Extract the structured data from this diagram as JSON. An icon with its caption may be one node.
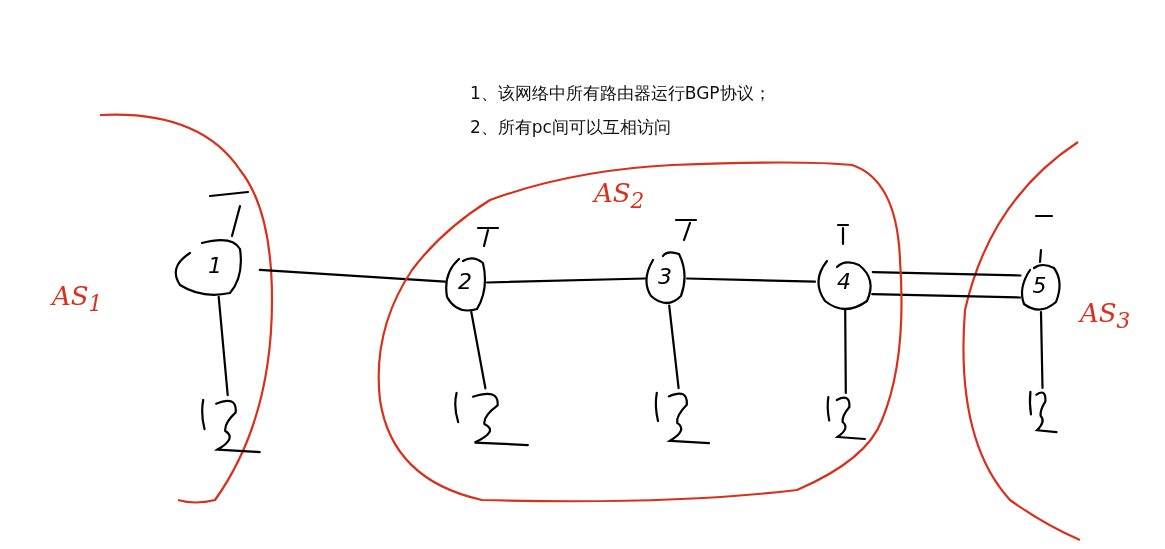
{
  "diagram": {
    "nodes": [
      {
        "text": [
          "AS$_{2}$"
        ]
      },
      {
        "text": [
          "1"
        ]
      },
      {
        "text": [
          "2"
        ],
        "in": 0
      },
      {
        "text": [
          "3"
        ],
        "in": 0
      },
      {
        "text": [
          "4"
        ],
        "in": 0
      },
      {
        "text": [
          "5"
        ]
      },
      {
        "text": [],
        "shape": "picture"
      },
      {
        "text": [],
        "shape": "picture",
        "in": 0
      },
      {
        "text": [],
        "shape": "picture",
        "in": 0
      },
      {
        "text": [],
        "shape": "picture",
        "in": 0
      },
      {
        "text": [],
        "shape": "picture"
      }
    ],
    "edges": [
      {
        "from": 1,
        "to": 2,
        "arrow": "none"
      },
      {
        "from": 2,
        "to": 3,
        "arrow": "none"
      },
      {
        "from": 3,
        "to": 4,
        "arrow": "none"
      },
      {
        "from": 4,
        "to": 5,
        "arrow": "none"
      },
      {
        "from": 4,
        "to": 5,
        "arrow": "none"
      },
      {
        "from": 1,
        "to": 6,
        "arrow": "none"
      },
      {
        "from": 2,
        "to": 7,
        "arrow": "none"
      },
      {
        "from": 3,
        "to": 8,
        "arrow": "none"
      },
      {
        "from": 4,
        "to": 9,
        "arrow": "none"
      },
      {
        "from": 5,
        "to": 10,
        "arrow": "none"
      }
    ],
    "labels": [
      "1、该网络中所有路由器运行BGP协议；",
      "2、所有pc间可以互相访问",
      "AS$_{1}$",
      "AS$_{3}$"
    ]
  }
}
